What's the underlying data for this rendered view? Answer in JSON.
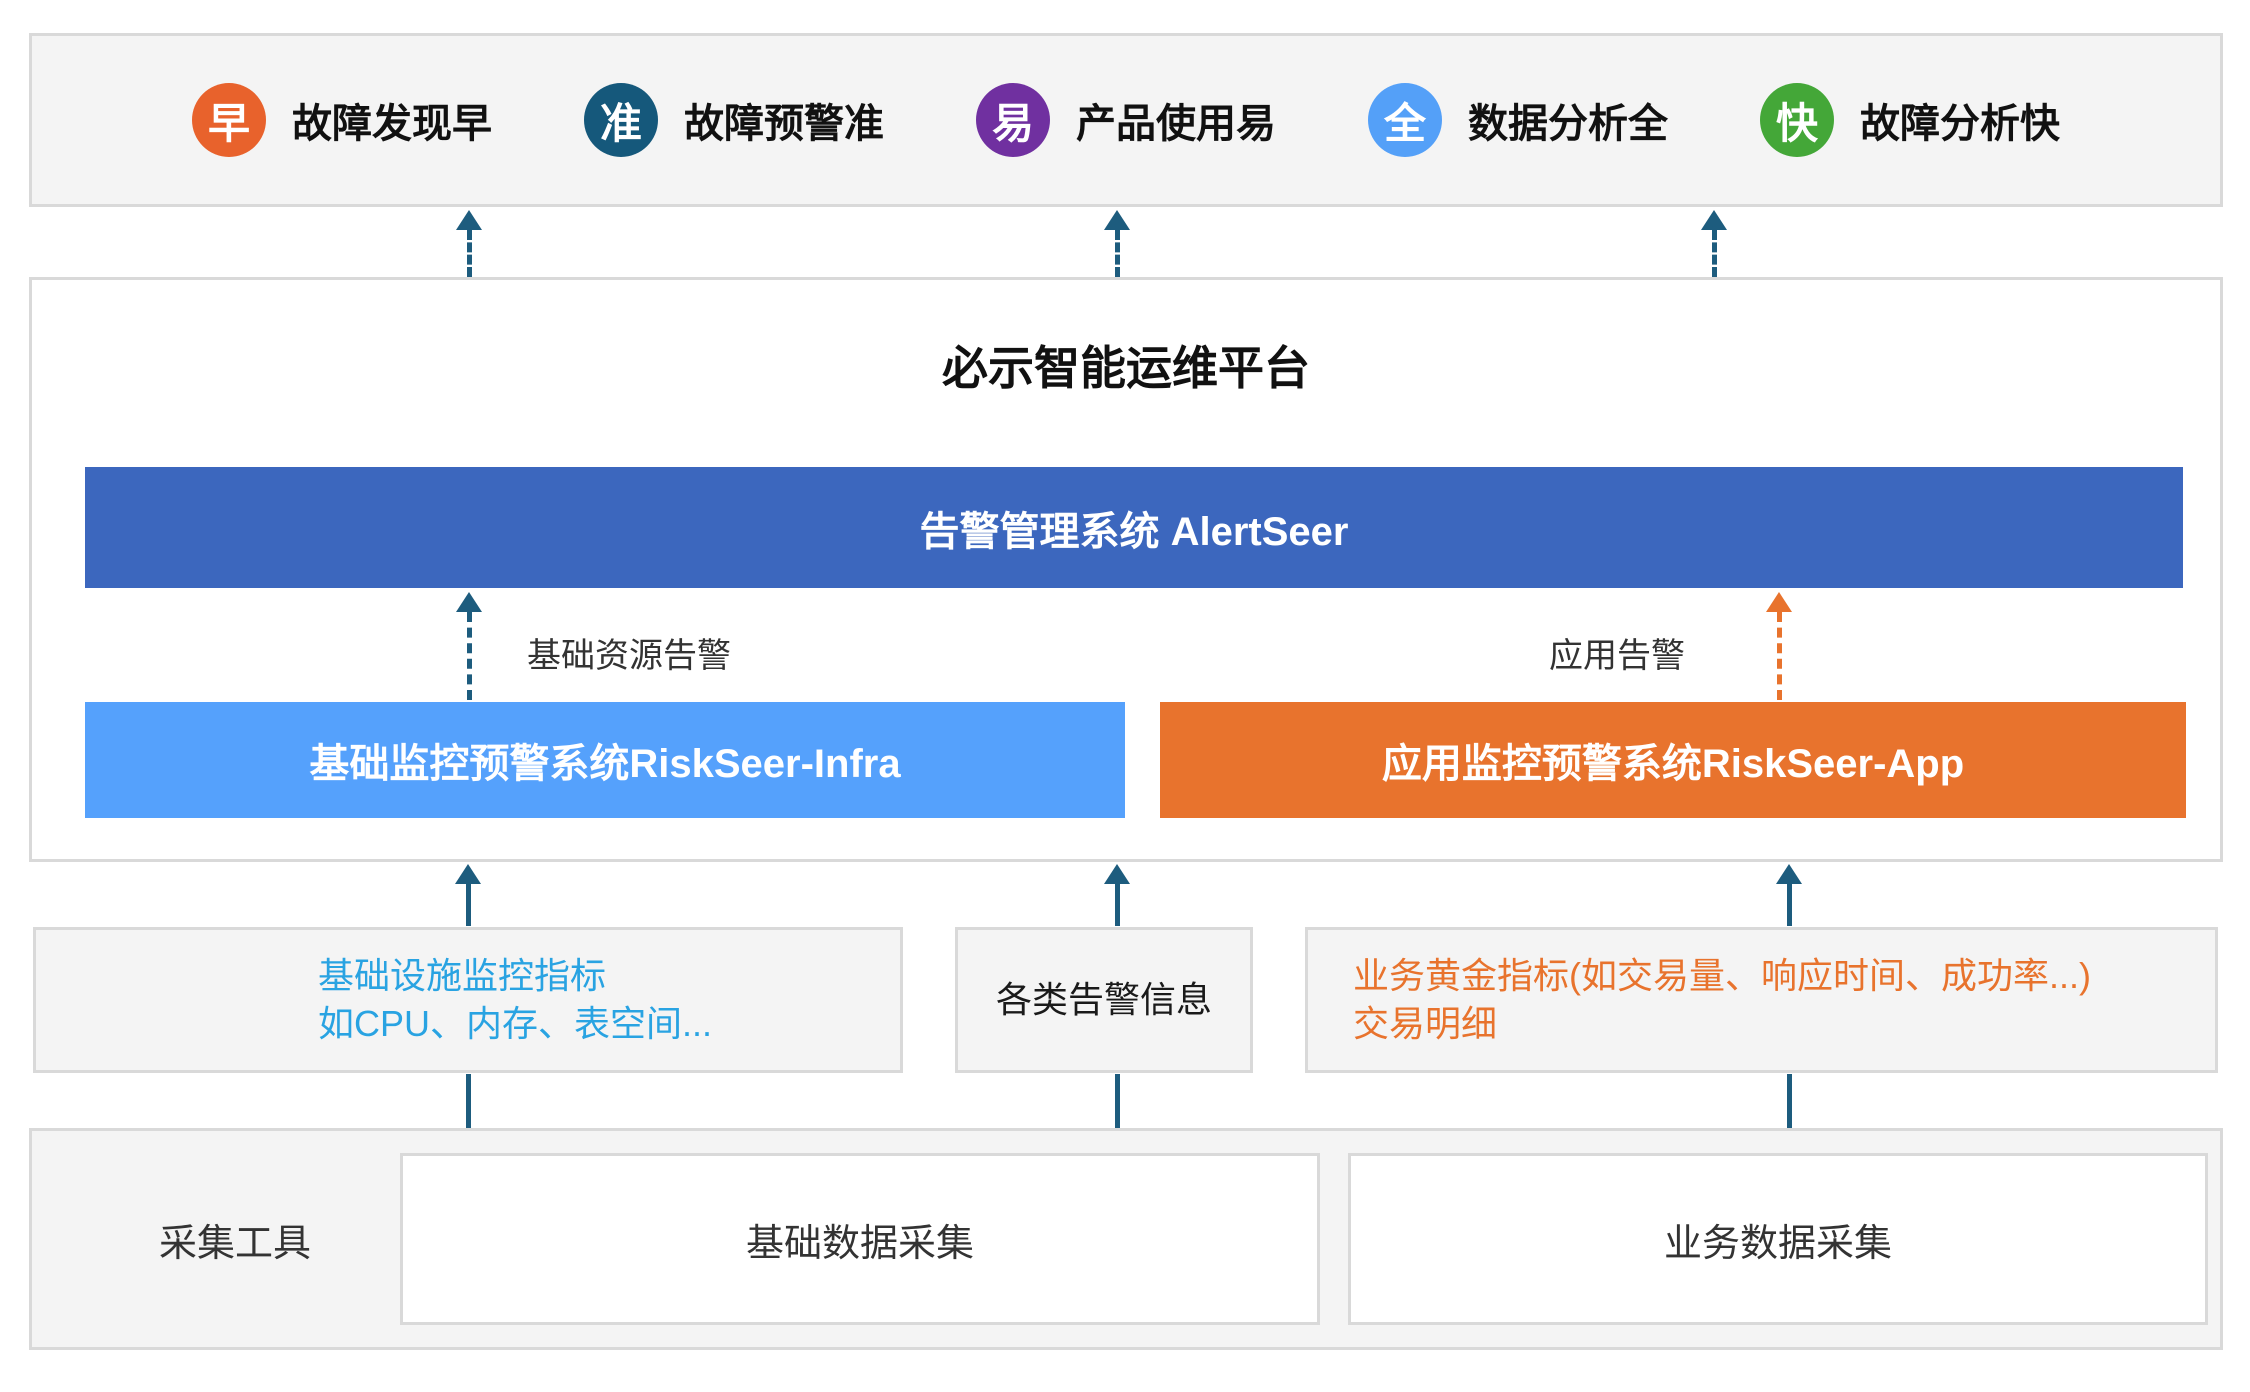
{
  "features": [
    {
      "badge": "早",
      "label": "故障发现早",
      "color": "#E8622C"
    },
    {
      "badge": "准",
      "label": "故障预警准",
      "color": "#15587B"
    },
    {
      "badge": "易",
      "label": "产品使用易",
      "color": "#7030A0"
    },
    {
      "badge": "全",
      "label": "数据分析全",
      "color": "#54A0F8"
    },
    {
      "badge": "快",
      "label": "故障分析快",
      "color": "#44A738"
    }
  ],
  "platform": {
    "title": "必示智能运维平台",
    "alert_system": "告警管理系统 AlertSeer",
    "infra_alert_label": "基础资源告警",
    "app_alert_label": "应用告警",
    "infra_system": "基础监控预警系统RiskSeer-Infra",
    "app_system": "应用监控预警系统RiskSeer-App"
  },
  "data_sources": {
    "infra_metrics": {
      "line1": "基础设施监控指标",
      "line2": "如CPU、内存、表空间..."
    },
    "alert_info": "各类告警信息",
    "business_metrics": {
      "line1": "业务黄金指标(如交易量、响应时间、成功率...)",
      "line2": "交易明细"
    }
  },
  "collection": {
    "label": "采集工具",
    "infra_collector": "基础数据采集",
    "business_collector": "业务数据采集"
  },
  "colors": {
    "alertseer_bar": "#3C67BE",
    "infra_bar": "#55A1FC",
    "app_bar": "#E8732D",
    "teal_arrow": "#1D5C7E",
    "orange_arrow": "#E8732D",
    "infra_metrics_text": "#29A3E2",
    "business_metrics_text": "#E8732D"
  }
}
